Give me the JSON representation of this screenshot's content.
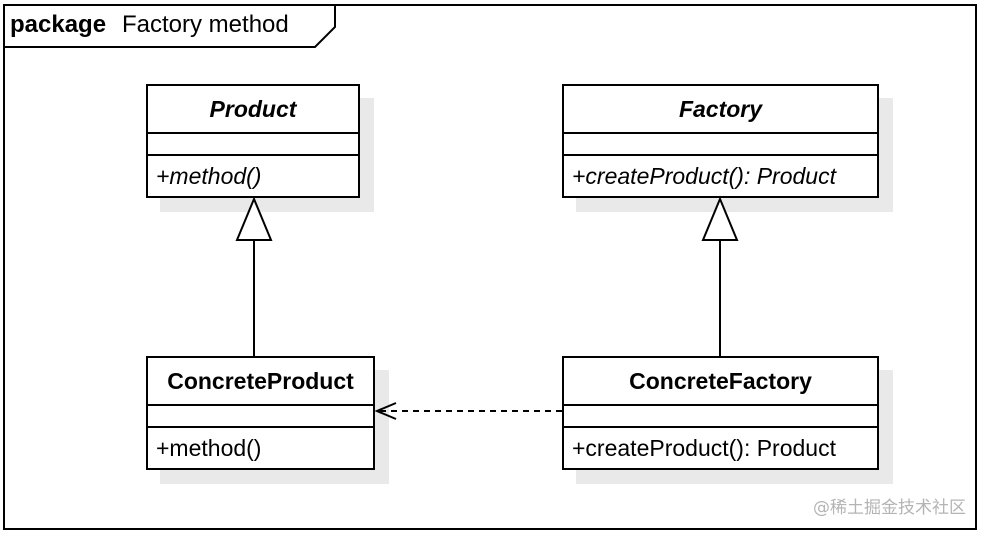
{
  "package": {
    "keyword": "package",
    "name": "Factory method"
  },
  "classes": {
    "product": {
      "name": "Product",
      "operation": "+method()",
      "abstract": true
    },
    "factory": {
      "name": "Factory",
      "operation": "+createProduct(): Product",
      "abstract": true
    },
    "concrete_product": {
      "name": "ConcreteProduct",
      "operation": "+method()",
      "abstract": false
    },
    "concrete_factory": {
      "name": "ConcreteFactory",
      "operation": "+createProduct(): Product",
      "abstract": false
    }
  },
  "relations": [
    {
      "type": "generalization",
      "from": "ConcreteProduct",
      "to": "Product"
    },
    {
      "type": "generalization",
      "from": "ConcreteFactory",
      "to": "Factory"
    },
    {
      "type": "dependency",
      "from": "ConcreteFactory",
      "to": "ConcreteProduct"
    }
  ],
  "watermark": "@稀土掘金技术社区"
}
